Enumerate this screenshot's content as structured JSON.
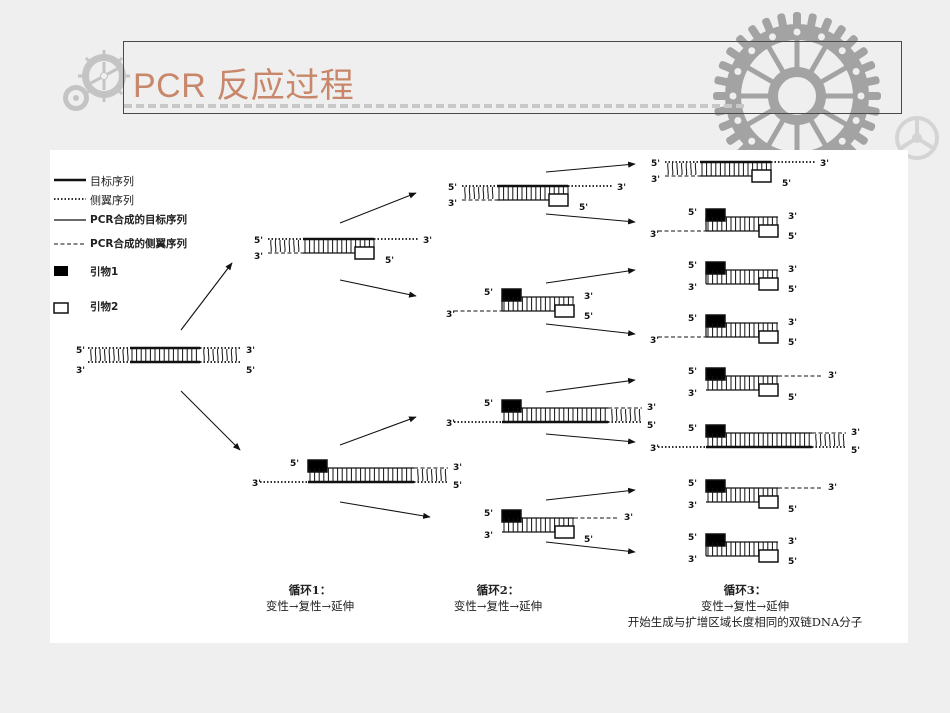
{
  "slide": {
    "title": "PCR 反应过程",
    "colors": {
      "title": "#c8876a",
      "background": "#efefef",
      "panel": "#ffffff",
      "gear": "#a3a3a3"
    }
  },
  "legend": {
    "items": [
      {
        "symbol": "thick-solid-line",
        "label": "目标序列"
      },
      {
        "symbol": "dotted-line",
        "label": "侧翼序列"
      },
      {
        "symbol": "thin-solid-line",
        "label": "PCR合成的目标序列"
      },
      {
        "symbol": "dashed-line",
        "label": "PCR合成的侧翼序列"
      },
      {
        "symbol": "filled-box",
        "label": "引物1"
      },
      {
        "symbol": "empty-box",
        "label": "引物2"
      }
    ]
  },
  "strand_labels": {
    "five_prime": "5'",
    "three_prime": "3'"
  },
  "cycles": [
    {
      "title": "循环1：",
      "steps": "变性→复性→延伸",
      "note": ""
    },
    {
      "title": "循环2：",
      "steps": "变性→复性→延伸",
      "note": ""
    },
    {
      "title": "循环3：",
      "steps": "变性→复性→延伸",
      "note": "开始生成与扩增区域长度相同的双链DNA分子"
    }
  ],
  "molecules": {
    "template": {
      "stage": 0,
      "count": 1
    },
    "cycle1_products": {
      "count": 2
    },
    "cycle2_products": {
      "count": 4
    },
    "cycle3_products": {
      "count": 8
    }
  }
}
